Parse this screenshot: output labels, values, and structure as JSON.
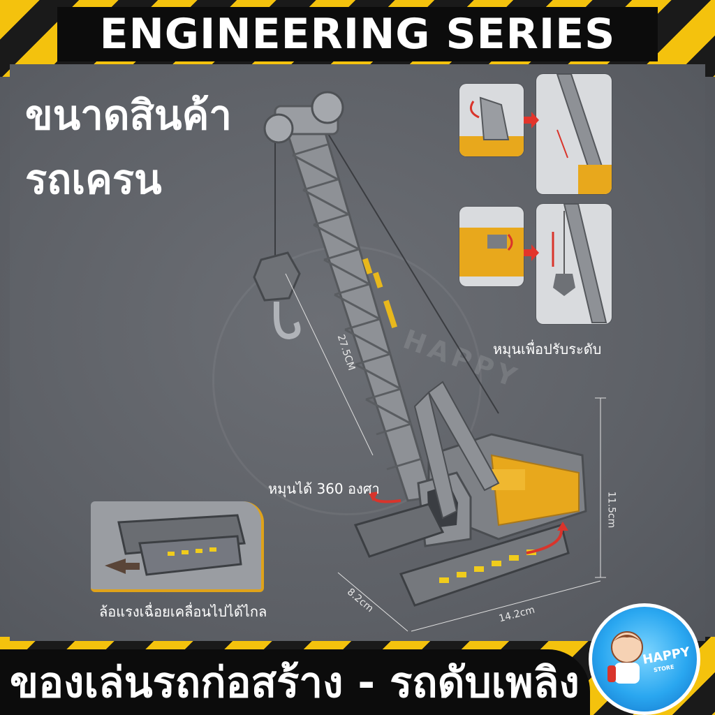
{
  "header": {
    "title": "ENGINEERING SERIES"
  },
  "heading": {
    "line1": "ขนาดสินค้า",
    "line2": "รถเครน"
  },
  "features": {
    "adjust_caption": "หมุนเพื่อปรับระดับ",
    "rotate_caption": "หมุนได้ 360 องศา",
    "inertia_caption": "ล้อแรงเฉื่อยเคลื่อนไปได้ไกล"
  },
  "dimensions": {
    "boom_length": "27.5CM",
    "height": "11.5cm",
    "width": "8.2cm",
    "length": "14.2cm"
  },
  "footer": {
    "tagline": "ของเล่นรถก่อสร้าง - รถดับเพลิง"
  },
  "logo": {
    "name": "HAPPY",
    "sub": "STORE"
  },
  "watermark": {
    "text": "HAPPY"
  },
  "colors": {
    "accent": "#f4c20d",
    "crane_yellow": "#e8a81c",
    "crane_gray": "#8a8d92"
  }
}
